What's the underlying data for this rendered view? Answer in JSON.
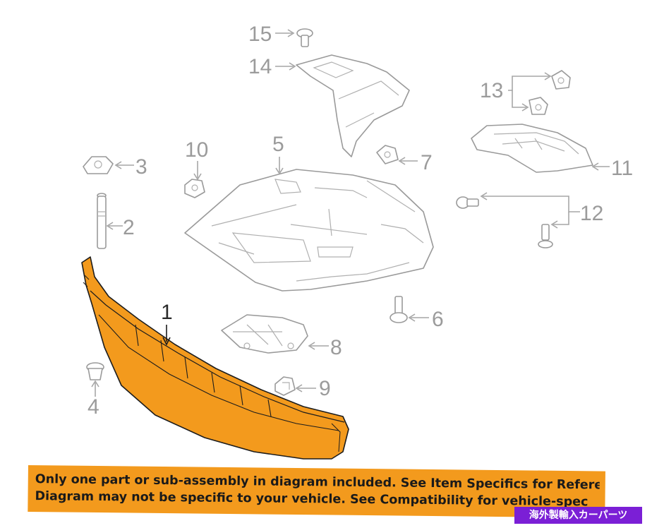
{
  "callouts": {
    "c1": "1",
    "c2": "2",
    "c3": "3",
    "c4": "4",
    "c5": "5",
    "c6": "6",
    "c7": "7",
    "c8": "8",
    "c9": "9",
    "c10": "10",
    "c11": "11",
    "c12": "12",
    "c13": "13",
    "c14": "14",
    "c15": "15"
  },
  "banner": {
    "line1": "Only one part or sub-assembly in diagram included. See Item Specifics for Reference #.",
    "line2": "Diagram may not be specific to your vehicle. See Compatibility for vehicle-spec"
  },
  "badge": {
    "text": "海外製輸入カーパーツ"
  },
  "colors": {
    "highlighted_part": "#f39a1d",
    "banner_bg": "#f39a1d",
    "badge_bg": "#7b1fd6",
    "line_art": "#9a9a9a"
  }
}
